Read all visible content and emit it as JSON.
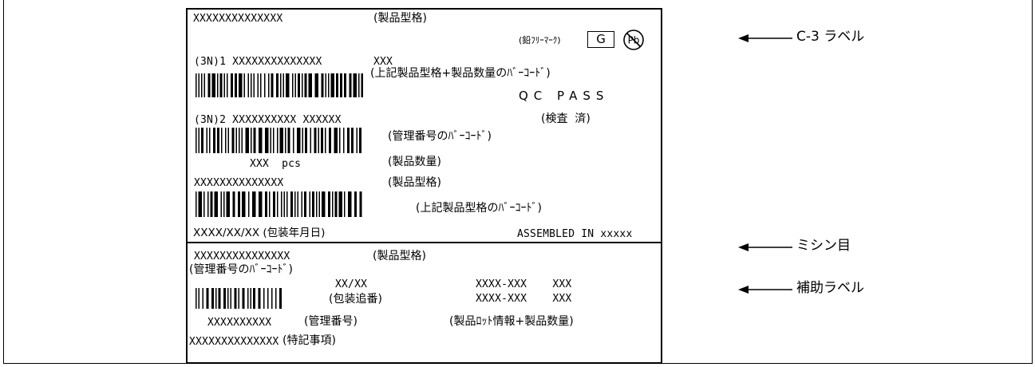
{
  "c3": {
    "model_code": "XXXXXXXXXXXXXX",
    "model_note": "(製品型格)",
    "lead_free_label": "(鉛ﾌﾘｰﾏｰｸ)",
    "lead_free_letter": "G",
    "pb_symbol": "Pb",
    "line_3n1": "(3N)1 XXXXXXXXXXXXXX",
    "line_3n1_qty": "XXX",
    "barcode1_note": "(上記製品型格+製品数量のﾊﾞｰｺｰﾄﾞ)",
    "qc_pass": "QC PASS",
    "line_3n2": "(3N)2 XXXXXXXXXX XXXXXX",
    "inspected": "(検査  済)",
    "barcode2_note": "(管理番号のﾊﾞｰｺｰﾄﾞ)",
    "qty_pcs": "XXX  pcs",
    "qty_note": "(製品数量)",
    "model_code2": "XXXXXXXXXXXXXX",
    "model_note2": "(製品型格)",
    "barcode3_note": "(上記製品型格のﾊﾞｰｺｰﾄﾞ)",
    "date": "XXXX/XX/XX (包装年月日)",
    "assembled": "ASSEMBLED IN xxxxx"
  },
  "aux": {
    "model_code": "XXXXXXXXXXXXXXX",
    "model_note": "(製品型格)",
    "mgmt_barcode_note": "(管理番号のﾊﾞｰｺｰﾄﾞ)",
    "pack_seq": "XX/XX",
    "pack_seq_note": "(包装追番)",
    "lot1": "XXXX-XXX    XXX",
    "lot2": "XXXX-XXX    XXX",
    "mgmt_no": "XXXXXXXXXX",
    "mgmt_no_note": "(管理番号)",
    "lot_note": "(製品ﾛｯﾄ情報+製品数量)",
    "special": "XXXXXXXXXXXXXX",
    "special_note": "(特記事項)"
  },
  "callouts": {
    "c3_label": "C-3 ラベル",
    "perforation": "ミシン目",
    "aux_label": "補助ラベル"
  }
}
